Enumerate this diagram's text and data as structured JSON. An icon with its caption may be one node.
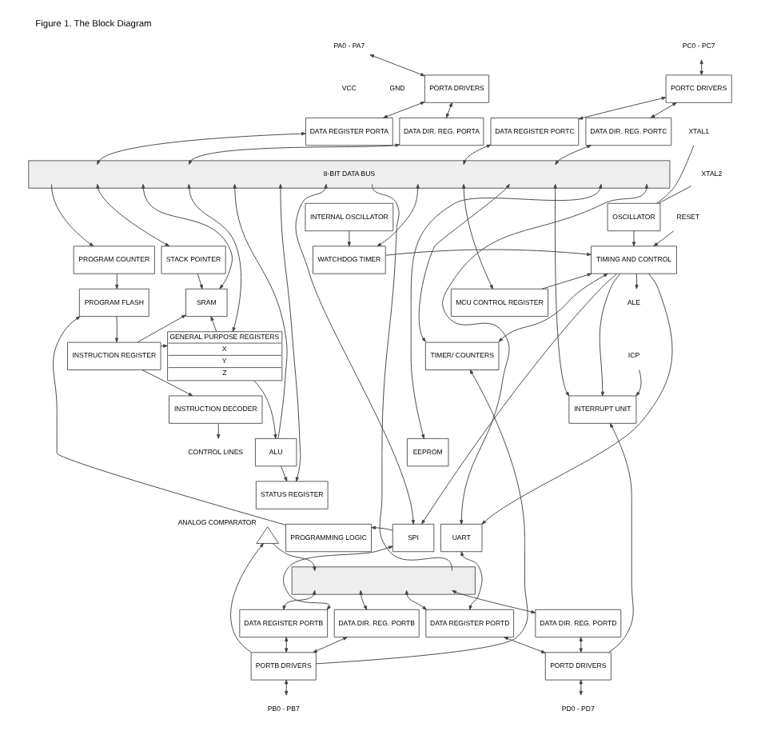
{
  "diagram": {
    "title": "Figure 1. The Block Diagram",
    "nodes": [
      {
        "text": [
          "PA0 - PA7"
        ]
      },
      {
        "text": [
          "PORTA DRIVERS"
        ]
      },
      {
        "text": [
          "DATA REGISTER PORTA"
        ]
      },
      {
        "text": [
          "DATA DIR. REG. PORTA"
        ]
      },
      {
        "text": [
          "PC0 - PC7"
        ]
      },
      {
        "text": [
          "PORTC DRIVERS"
        ]
      },
      {
        "text": [
          "DATA REGISTER PORTC"
        ]
      },
      {
        "text": [
          "DATA DIR. REG. PORTC"
        ]
      },
      {
        "text": [
          "8-BIT DATA BUS"
        ]
      },
      {
        "text": [
          "XTAL1"
        ]
      },
      {
        "text": [
          "INTERNAL OSCILLATOR"
        ]
      },
      {
        "text": [
          "OSCILLATOR"
        ]
      },
      {
        "text": [
          "XTAL2"
        ]
      },
      {
        "text": [
          "RESET"
        ]
      },
      {
        "text": [
          "PROGRAM COUNTER"
        ]
      },
      {
        "text": [
          "STACK POINTER"
        ]
      },
      {
        "text": [
          "WATCHDOG TIMER"
        ]
      },
      {
        "text": [
          "TIMING AND CONTROL"
        ]
      },
      {
        "text": [
          "PROGRAM FLASH"
        ]
      },
      {
        "text": [
          "SRAM"
        ]
      },
      {
        "text": [
          "MCU CONTROL REGISTER"
        ]
      },
      {
        "text": [
          "ALE"
        ]
      },
      {
        "text": [
          "INSTRUCTION REGISTER"
        ]
      },
      {
        "text": [
          "GENERAL PURPOSE REGISTERS",
          "X",
          "Y",
          "Z"
        ]
      },
      {
        "text": [
          "TIMER/ COUNTERS"
        ]
      },
      {
        "text": [
          "INSTRUCTION DECODER"
        ]
      },
      {
        "text": [
          "INTERRUPT UNIT"
        ]
      },
      {
        "text": [
          "ICP"
        ]
      },
      {
        "text": [
          "CONTROL LINES"
        ]
      },
      {
        "text": [
          "ALU"
        ]
      },
      {
        "text": [
          "EEPROM"
        ]
      },
      {
        "text": [
          "STATUS REGISTER"
        ]
      },
      {
        "text": [
          "PROGRAMMING LOGIC"
        ]
      },
      {
        "text": [
          "SPI"
        ]
      },
      {
        "text": [
          "UART"
        ]
      },
      {
        "text": [],
        "shape": "bar"
      },
      {
        "text": [],
        "shape": "triangle",
        "beside": [
          "ANALOG COMPARATOR"
        ]
      },
      {
        "text": [
          "DATA REGISTER PORTB"
        ]
      },
      {
        "text": [
          "DATA DIR. REG. PORTB"
        ]
      },
      {
        "text": [
          "DATA REGISTER PORTD"
        ]
      },
      {
        "text": [
          "DATA DIR. REG. PORTD"
        ]
      },
      {
        "text": [
          "PORTB DRIVERS"
        ]
      },
      {
        "text": [
          "PORTD DRIVERS"
        ]
      },
      {
        "text": [
          "PB0 - PB7"
        ]
      },
      {
        "text": [
          "PD0 - PD7"
        ]
      }
    ],
    "edges": [
      {
        "from": 0,
        "to": 1,
        "arrow": "both"
      },
      {
        "from": 1,
        "to": 2,
        "arrow": "both"
      },
      {
        "from": 1,
        "to": 3,
        "arrow": "both"
      },
      {
        "from": 4,
        "to": 5,
        "arrow": "both"
      },
      {
        "from": 5,
        "to": 6,
        "arrow": "both"
      },
      {
        "from": 5,
        "to": 7,
        "arrow": "both"
      },
      {
        "from": 2,
        "to": 8,
        "arrow": "both"
      },
      {
        "from": 3,
        "to": 8,
        "arrow": "both"
      },
      {
        "from": 6,
        "to": 8,
        "arrow": "both"
      },
      {
        "from": 7,
        "to": 8,
        "arrow": "both"
      },
      {
        "from": 9,
        "to": 11,
        "arrow": "none"
      },
      {
        "from": 12,
        "to": 11,
        "arrow": "none"
      },
      {
        "from": 11,
        "to": 17,
        "arrow": "to"
      },
      {
        "from": 10,
        "to": 16,
        "arrow": "to"
      },
      {
        "from": 16,
        "to": 17,
        "arrow": "to"
      },
      {
        "from": 13,
        "to": 17,
        "arrow": "to"
      },
      {
        "from": 17,
        "to": 21,
        "arrow": "to"
      },
      {
        "from": 20,
        "to": 17,
        "arrow": "to"
      },
      {
        "from": 8,
        "to": 14,
        "arrow": "to"
      },
      {
        "from": 14,
        "to": 18,
        "arrow": "to"
      },
      {
        "from": 18,
        "to": 22,
        "arrow": "to"
      },
      {
        "from": 22,
        "to": 25,
        "arrow": "to"
      },
      {
        "from": 25,
        "to": 28,
        "arrow": "to"
      },
      {
        "from": 15,
        "to": 19,
        "arrow": "to"
      },
      {
        "from": 22,
        "to": 19,
        "arrow": "to"
      },
      {
        "from": 22,
        "to": 23,
        "arrow": "to"
      },
      {
        "from": 23,
        "to": 19,
        "arrow": "to"
      },
      {
        "from": 23,
        "to": 29,
        "arrow": "to"
      },
      {
        "from": 29,
        "to": 31,
        "arrow": "to"
      },
      {
        "from": 29,
        "to": 8,
        "arrow": "to"
      },
      {
        "from": 15,
        "to": 8,
        "arrow": "both"
      },
      {
        "from": 19,
        "to": 8,
        "arrow": "both"
      },
      {
        "from": 23,
        "to": 8,
        "arrow": "both"
      },
      {
        "from": 31,
        "to": 8,
        "arrow": "both"
      },
      {
        "from": 16,
        "to": 8,
        "arrow": "both"
      },
      {
        "from": 20,
        "to": 8,
        "arrow": "both"
      },
      {
        "from": 24,
        "to": 8,
        "arrow": "both"
      },
      {
        "from": 26,
        "to": 8,
        "arrow": "both"
      },
      {
        "from": 30,
        "to": 8,
        "arrow": "both"
      },
      {
        "from": 33,
        "to": 8,
        "arrow": "both"
      },
      {
        "from": 34,
        "to": 8,
        "arrow": "both"
      },
      {
        "from": 17,
        "to": 24,
        "arrow": "both"
      },
      {
        "from": 17,
        "to": 26,
        "arrow": "to"
      },
      {
        "from": 27,
        "to": 26,
        "arrow": "to"
      },
      {
        "from": 17,
        "to": 33,
        "arrow": "to"
      },
      {
        "from": 17,
        "to": 34,
        "arrow": "to"
      },
      {
        "from": 33,
        "to": 32,
        "arrow": "to"
      },
      {
        "from": 32,
        "to": 18,
        "arrow": "to"
      },
      {
        "from": 8,
        "to": 35,
        "arrow": "none"
      },
      {
        "from": 35,
        "to": 37,
        "arrow": "both"
      },
      {
        "from": 35,
        "to": 38,
        "arrow": "both"
      },
      {
        "from": 35,
        "to": 39,
        "arrow": "both"
      },
      {
        "from": 35,
        "to": 40,
        "arrow": "both"
      },
      {
        "from": 37,
        "to": 33,
        "arrow": "both"
      },
      {
        "from": 39,
        "to": 34,
        "arrow": "both"
      },
      {
        "from": 41,
        "to": 24,
        "arrow": "to"
      },
      {
        "from": 42,
        "to": 26,
        "arrow": "to"
      },
      {
        "from": 41,
        "to": 36,
        "arrow": "to"
      },
      {
        "from": 36,
        "to": 35,
        "arrow": "to"
      },
      {
        "from": 41,
        "to": 37,
        "arrow": "both"
      },
      {
        "from": 41,
        "to": 38,
        "arrow": "both"
      },
      {
        "from": 42,
        "to": 39,
        "arrow": "both"
      },
      {
        "from": 42,
        "to": 40,
        "arrow": "both"
      },
      {
        "from": 43,
        "to": 41,
        "arrow": "both"
      },
      {
        "from": 44,
        "to": 42,
        "arrow": "both"
      }
    ],
    "labels": [
      "VCC",
      "GND"
    ]
  }
}
